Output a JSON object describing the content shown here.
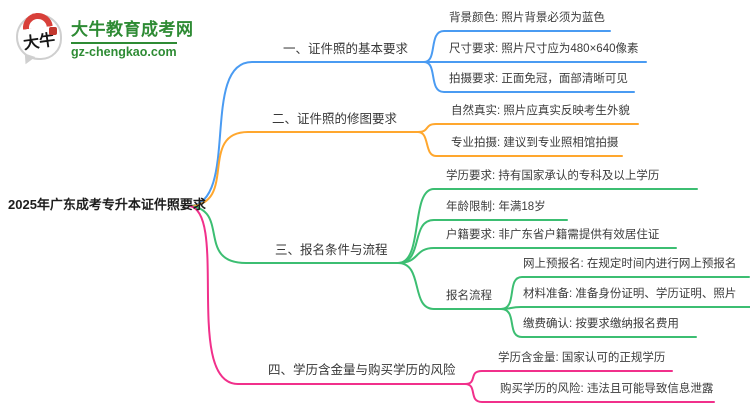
{
  "logo": {
    "badge_text": "大牛",
    "site_name": "大牛教育成考网",
    "domain": "gz-chengkao.com",
    "brand_green": "#2e8b34",
    "brand_red": "#d8403a"
  },
  "mindmap": {
    "root": "2025年广东成考专升本证件照要求",
    "branches": [
      {
        "label": "一、证件照的基本要求",
        "color": "#4a9bf2",
        "children": [
          {
            "label": "背景颜色: 照片背景必须为蓝色"
          },
          {
            "label": "尺寸要求: 照片尺寸应为480×640像素"
          },
          {
            "label": "拍摄要求: 正面免冠，面部清晰可见"
          }
        ]
      },
      {
        "label": "二、证件照的修图要求",
        "color": "#ffa72e",
        "children": [
          {
            "label": "自然真实: 照片应真实反映考生外貌"
          },
          {
            "label": "专业拍摄: 建议到专业照相馆拍摄"
          }
        ]
      },
      {
        "label": "三、报名条件与流程",
        "color": "#3cbe72",
        "children": [
          {
            "label": "学历要求: 持有国家承认的专科及以上学历"
          },
          {
            "label": "年龄限制: 年满18岁"
          },
          {
            "label": "户籍要求: 非广东省户籍需提供有效居住证"
          },
          {
            "label": "报名流程",
            "children": [
              {
                "label": "网上预报名: 在规定时间内进行网上预报名"
              },
              {
                "label": "材料准备: 准备身份证明、学历证明、照片"
              },
              {
                "label": "缴费确认: 按要求缴纳报名费用"
              }
            ]
          }
        ]
      },
      {
        "label": "四、学历含金量与购买学历的风险",
        "color": "#f1308b",
        "children": [
          {
            "label": "学历含金量: 国家认可的正规学历"
          },
          {
            "label": "购买学历的风险: 违法且可能导致信息泄露"
          }
        ]
      }
    ]
  }
}
